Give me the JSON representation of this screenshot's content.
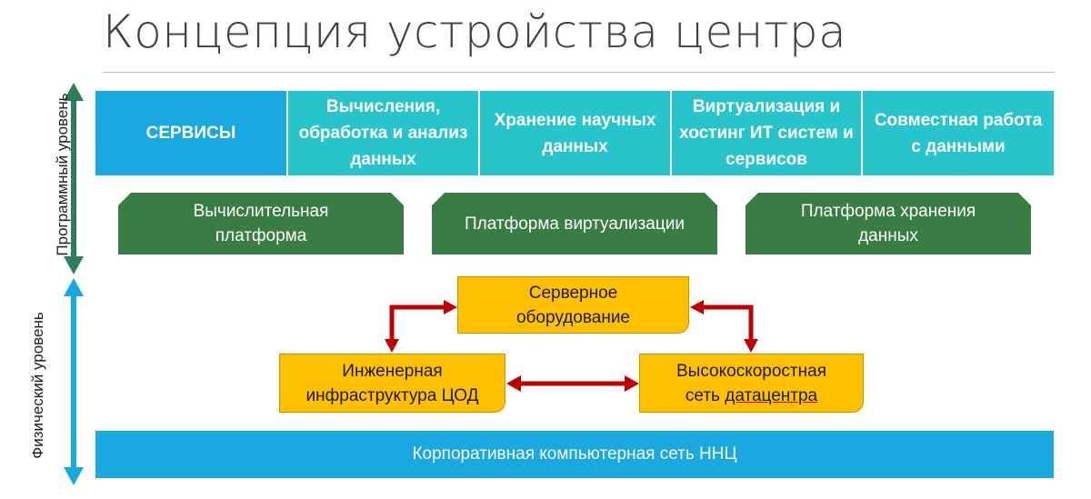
{
  "title": "Концепция устройства центра",
  "levels": {
    "software": "Программный уровень",
    "physical": "Физический уровень"
  },
  "services": [
    "СЕРВИСЫ",
    "Вычисления, обработка и анализ данных",
    "Хранение научных данных",
    "Виртуализация и хостинг ИТ систем и сервисов",
    "Совместная работа с данными"
  ],
  "platforms": [
    "Вычислительная платформа",
    "Платформа виртуализации",
    "Платформа хранения данных"
  ],
  "hardware": {
    "server": "Серверное оборудование",
    "engineering": "Инженерная инфраструктура ЦОД",
    "network_line1": "Высокоскоростная",
    "network_line2_a": "сеть ",
    "network_line2_b": "датацентра"
  },
  "corporate_network": "Корпоративная компьютерная сеть ННЦ",
  "colors": {
    "services_first": "#1aa8e0",
    "services": "#27c4cc",
    "platform": "#3a7d44",
    "hardware": "#ffc000",
    "arrow_red": "#c00000",
    "software_arrow": "#2e7d5b",
    "physical_arrow": "#1aa8e0"
  }
}
